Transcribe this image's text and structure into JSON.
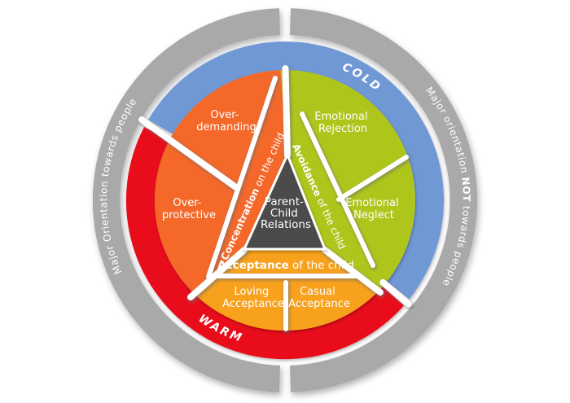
{
  "center_triangle": {
    "lines": [
      "Parent-",
      "Child",
      "Relations"
    ]
  },
  "outer_ring": {
    "left_label": "Major Orientation towards people",
    "right_label_pre": "Major orientation ",
    "right_label_bold": "NOT",
    "right_label_post": " towards people"
  },
  "temperature_ring": {
    "cold_label": "COLD",
    "warm_label": "WARM"
  },
  "sectors": {
    "concentration": {
      "band_bold": "Concentration",
      "band_rest": " on the child",
      "segments": [
        {
          "lines": [
            "Over-",
            "demanding"
          ]
        },
        {
          "lines": [
            "Over-",
            "protective"
          ]
        }
      ]
    },
    "avoidance": {
      "band_bold": "Avoidance",
      "band_rest": " of the child",
      "segments": [
        {
          "lines": [
            "Emotional",
            "Rejection"
          ]
        },
        {
          "lines": [
            "Emotional",
            "Neglect"
          ]
        }
      ]
    },
    "acceptance": {
      "band_bold": "Acceptance",
      "band_rest": " of the child",
      "segments": [
        {
          "lines": [
            "Loving",
            "Acceptance"
          ]
        },
        {
          "lines": [
            "Casual",
            "Acceptance"
          ]
        }
      ]
    }
  },
  "colors": {
    "outer_ring_gray": "#a9a9a9",
    "cold_blue": "#6f98d4",
    "warm_red": "#e90f1d",
    "concentration_orange": "#f4672b",
    "avoidance_green": "#aec61d",
    "acceptance_amber": "#f8a11c",
    "center_triangle_gray": "#4b4b4b",
    "label_white": "#ffffff"
  }
}
